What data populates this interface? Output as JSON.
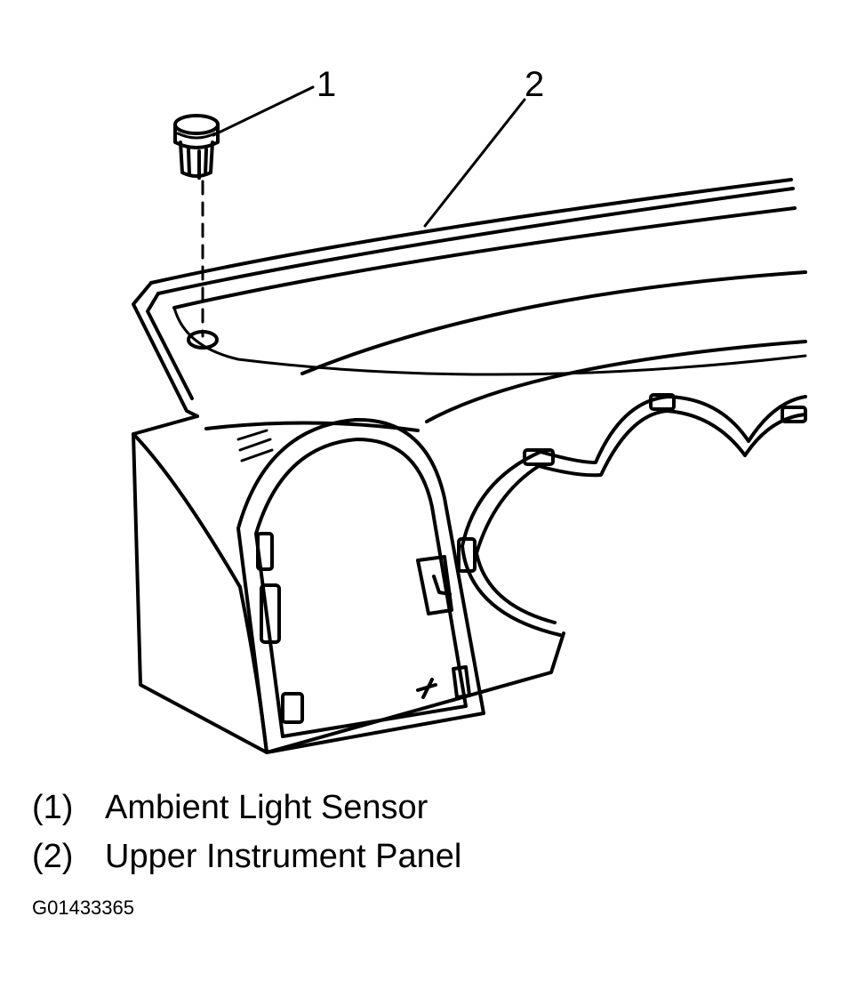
{
  "callouts": [
    "1",
    "2"
  ],
  "legend": [
    {
      "number": "(1)",
      "label": "Ambient Light Sensor"
    },
    {
      "number": "(2)",
      "label": "Upper Instrument Panel"
    }
  ],
  "figure_id": "G01433365"
}
